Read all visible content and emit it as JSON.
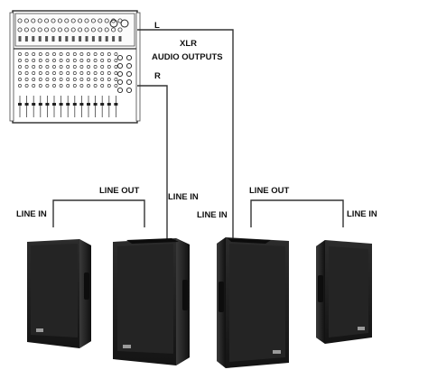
{
  "mixer": {
    "channel_l": "L",
    "channel_r": "R",
    "output_title_line1": "XLR",
    "output_title_line2": "AUDIO OUTPUTS"
  },
  "connections": {
    "line_out_left": "LINE OUT",
    "line_out_right": "LINE OUT",
    "line_in_1": "LINE IN",
    "line_in_2": "LINE IN",
    "line_in_3": "LINE IN",
    "line_in_4": "LINE IN"
  },
  "colors": {
    "wire": "#333333",
    "speaker_body": "#1e1e1e",
    "speaker_grille": "#262626",
    "mixer_outline": "#2a2a2a"
  }
}
